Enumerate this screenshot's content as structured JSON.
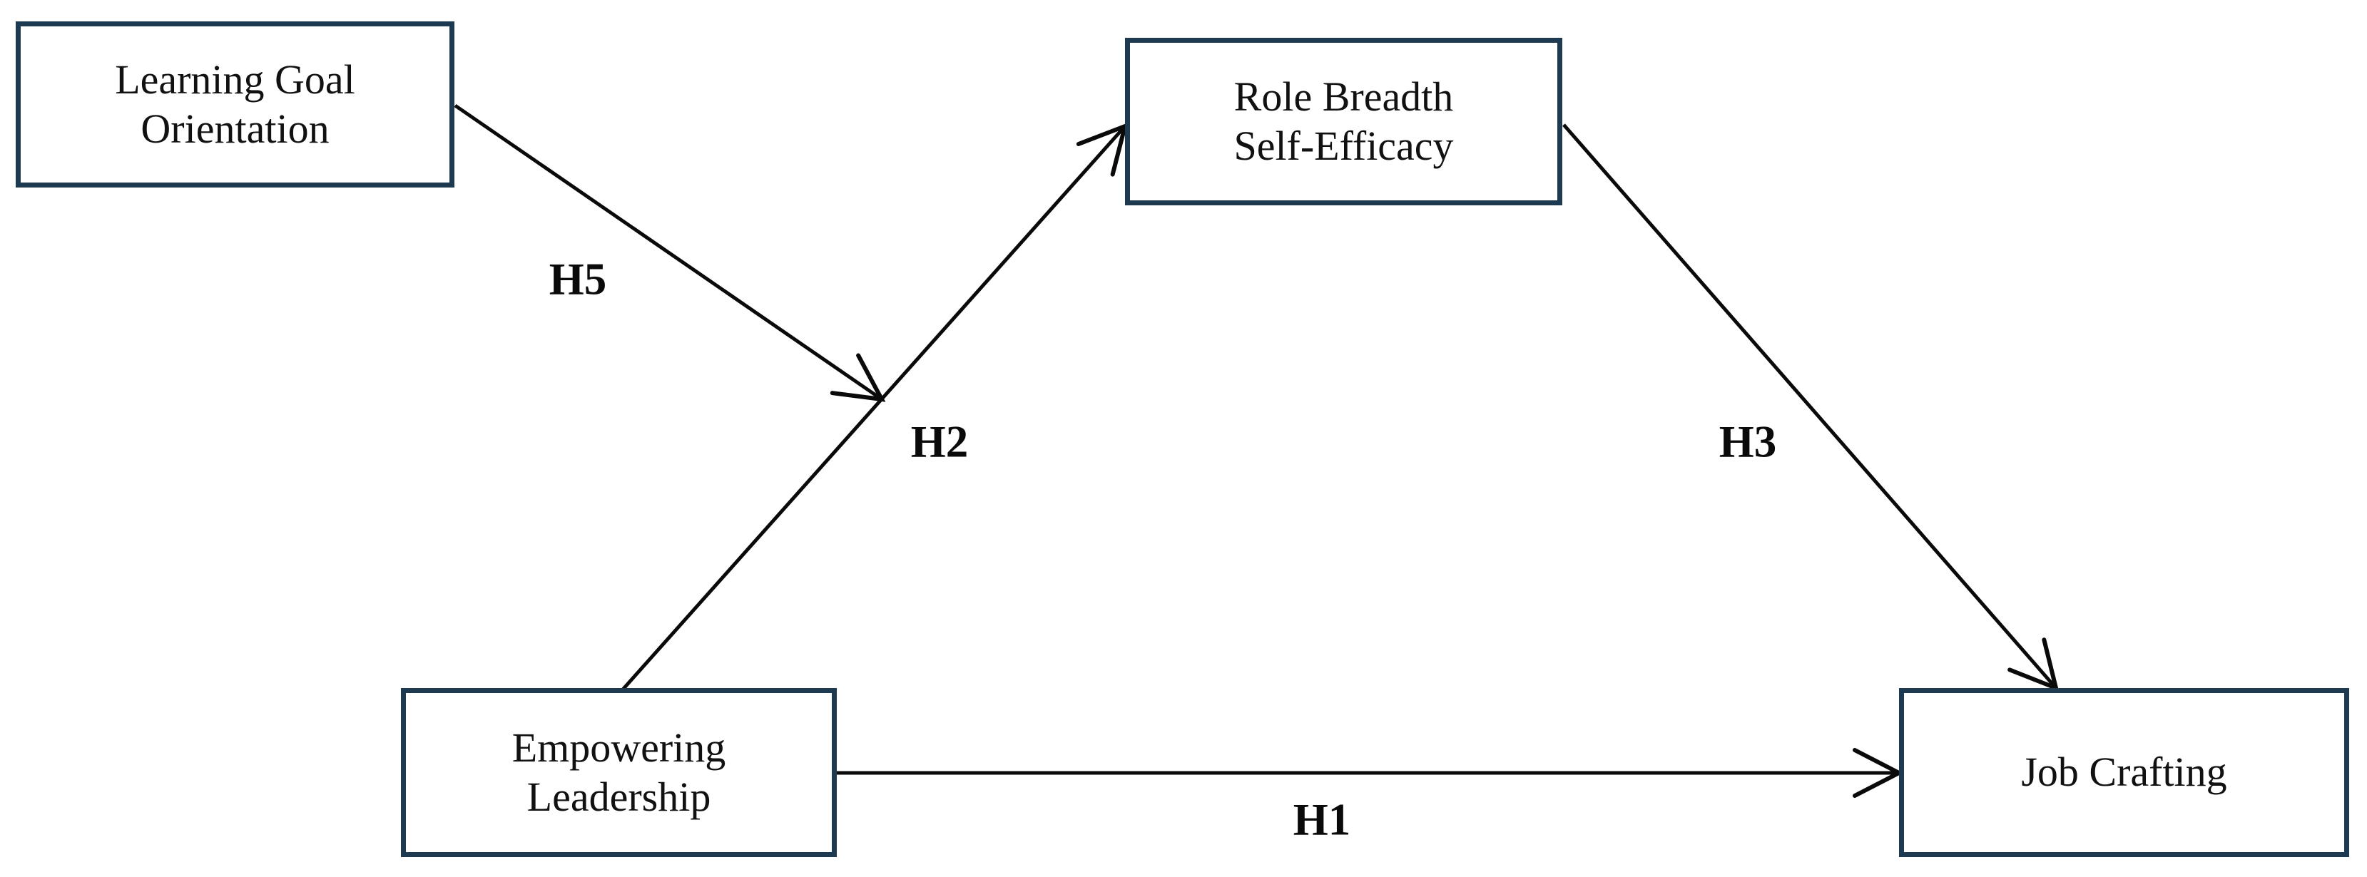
{
  "diagram": {
    "type": "path-model",
    "background_color": "#ffffff",
    "box_border_color": "#1d3a50",
    "arrow_color": "#0a0a0a",
    "text_color": "#111111",
    "nodes": [
      {
        "id": "learning-goal-orientation",
        "label": "Learning Goal\nOrientation"
      },
      {
        "id": "role-breadth-self-efficacy",
        "label": "Role Breadth\nSelf-Efficacy"
      },
      {
        "id": "empowering-leadership",
        "label": "Empowering\nLeadership"
      },
      {
        "id": "job-crafting",
        "label": "Job Crafting"
      }
    ],
    "edges": [
      {
        "id": "H1",
        "label": "H1",
        "from": "empowering-leadership",
        "to": "job-crafting"
      },
      {
        "id": "H2",
        "label": "H2",
        "from": "empowering-leadership",
        "to": "role-breadth-self-efficacy"
      },
      {
        "id": "H3",
        "label": "H3",
        "from": "role-breadth-self-efficacy",
        "to": "job-crafting"
      },
      {
        "id": "H5",
        "label": "H5",
        "from": "learning-goal-orientation",
        "to": "H2-path-intersection"
      }
    ]
  }
}
